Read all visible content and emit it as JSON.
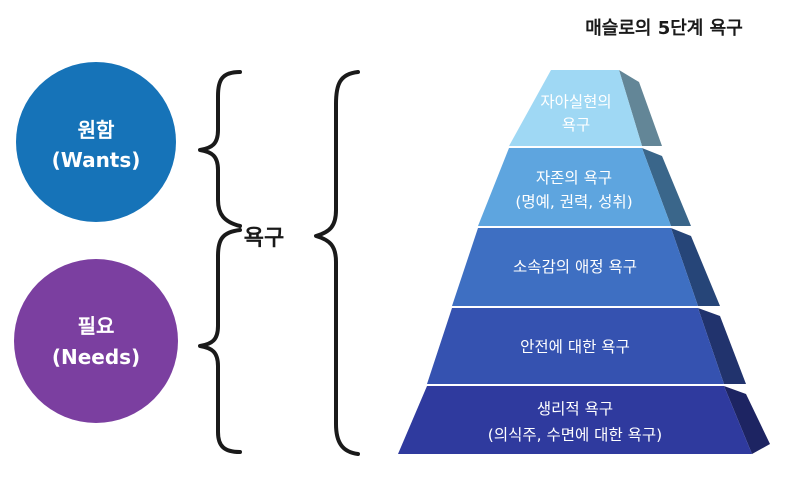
{
  "title": "매슬로의 5단계 욕구",
  "center_label": "욕구",
  "circles": [
    {
      "line1": "원함",
      "line2": "(Wants)",
      "color": "#1673b8"
    },
    {
      "line1": "필요",
      "line2": "(Needs)",
      "color": "#7b3fa0"
    }
  ],
  "pyramid": [
    {
      "line1": "자아실현의",
      "line2": "욕구",
      "color": "#9fd8f4",
      "text_color": "#1f2a4a"
    },
    {
      "line1": "자존의 욕구",
      "line2": "(명예, 권력, 성취)",
      "color": "#5ea5df",
      "text_color": "#1f2a4a"
    },
    {
      "line1": "소속감의 애정 욕구",
      "line2": "",
      "color": "#3e6fc2",
      "text_color": "#ffffff"
    },
    {
      "line1": "안전에 대한 욕구",
      "line2": "",
      "color": "#3552b0",
      "text_color": "#ffffff"
    },
    {
      "line1": "생리적 욕구",
      "line2": "(의식주, 수면에 대한 욕구)",
      "color": "#2f3a9e",
      "text_color": "#ffffff"
    }
  ]
}
